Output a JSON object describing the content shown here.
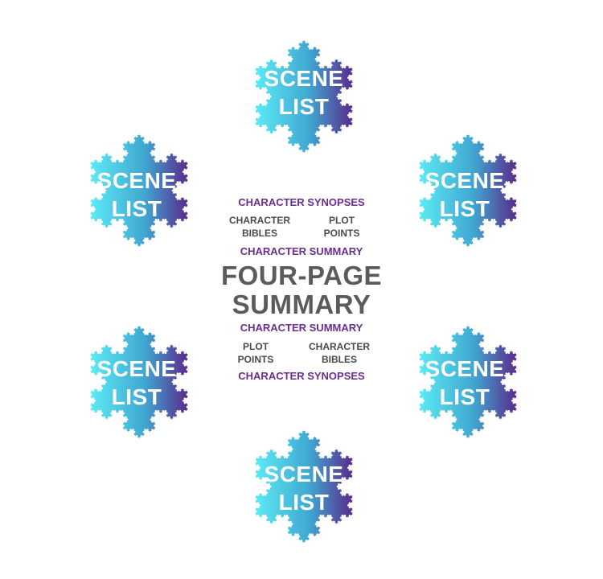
{
  "flakes": [
    {
      "line1": "SCENE",
      "line2": "LIST"
    },
    {
      "line1": "SCENE",
      "line2": "LIST"
    },
    {
      "line1": "SCENE",
      "line2": "LIST"
    },
    {
      "line1": "SCENE",
      "line2": "LIST"
    },
    {
      "line1": "SCENE",
      "line2": "LIST"
    },
    {
      "line1": "SCENE",
      "line2": "LIST"
    }
  ],
  "center": {
    "top_synopses": "CHARACTER SYNOPSES",
    "top_bibles": {
      "line1": "CHARACTER",
      "line2": "BIBLES"
    },
    "top_plot": {
      "line1": "PLOT",
      "line2": "POINTS"
    },
    "top_summary": "CHARACTER SUMMARY",
    "title": {
      "line1": "FOUR-PAGE",
      "line2": "SUMMARY"
    },
    "bottom_summary": "CHARACTER SUMMARY",
    "bottom_plot": {
      "line1": "PLOT",
      "line2": "POINTS"
    },
    "bottom_bibles": {
      "line1": "CHARACTER",
      "line2": "BIBLES"
    },
    "bottom_synopses": "CHARACTER SYNOPSES"
  },
  "colors": {
    "gradient_start": "#5ceaf4",
    "gradient_mid": "#40a8d2",
    "gradient_end": "#5a2a8c",
    "purple_text": "#6a2d91",
    "title_text": "#5b5b5b",
    "flake_text": "#ffffff"
  }
}
